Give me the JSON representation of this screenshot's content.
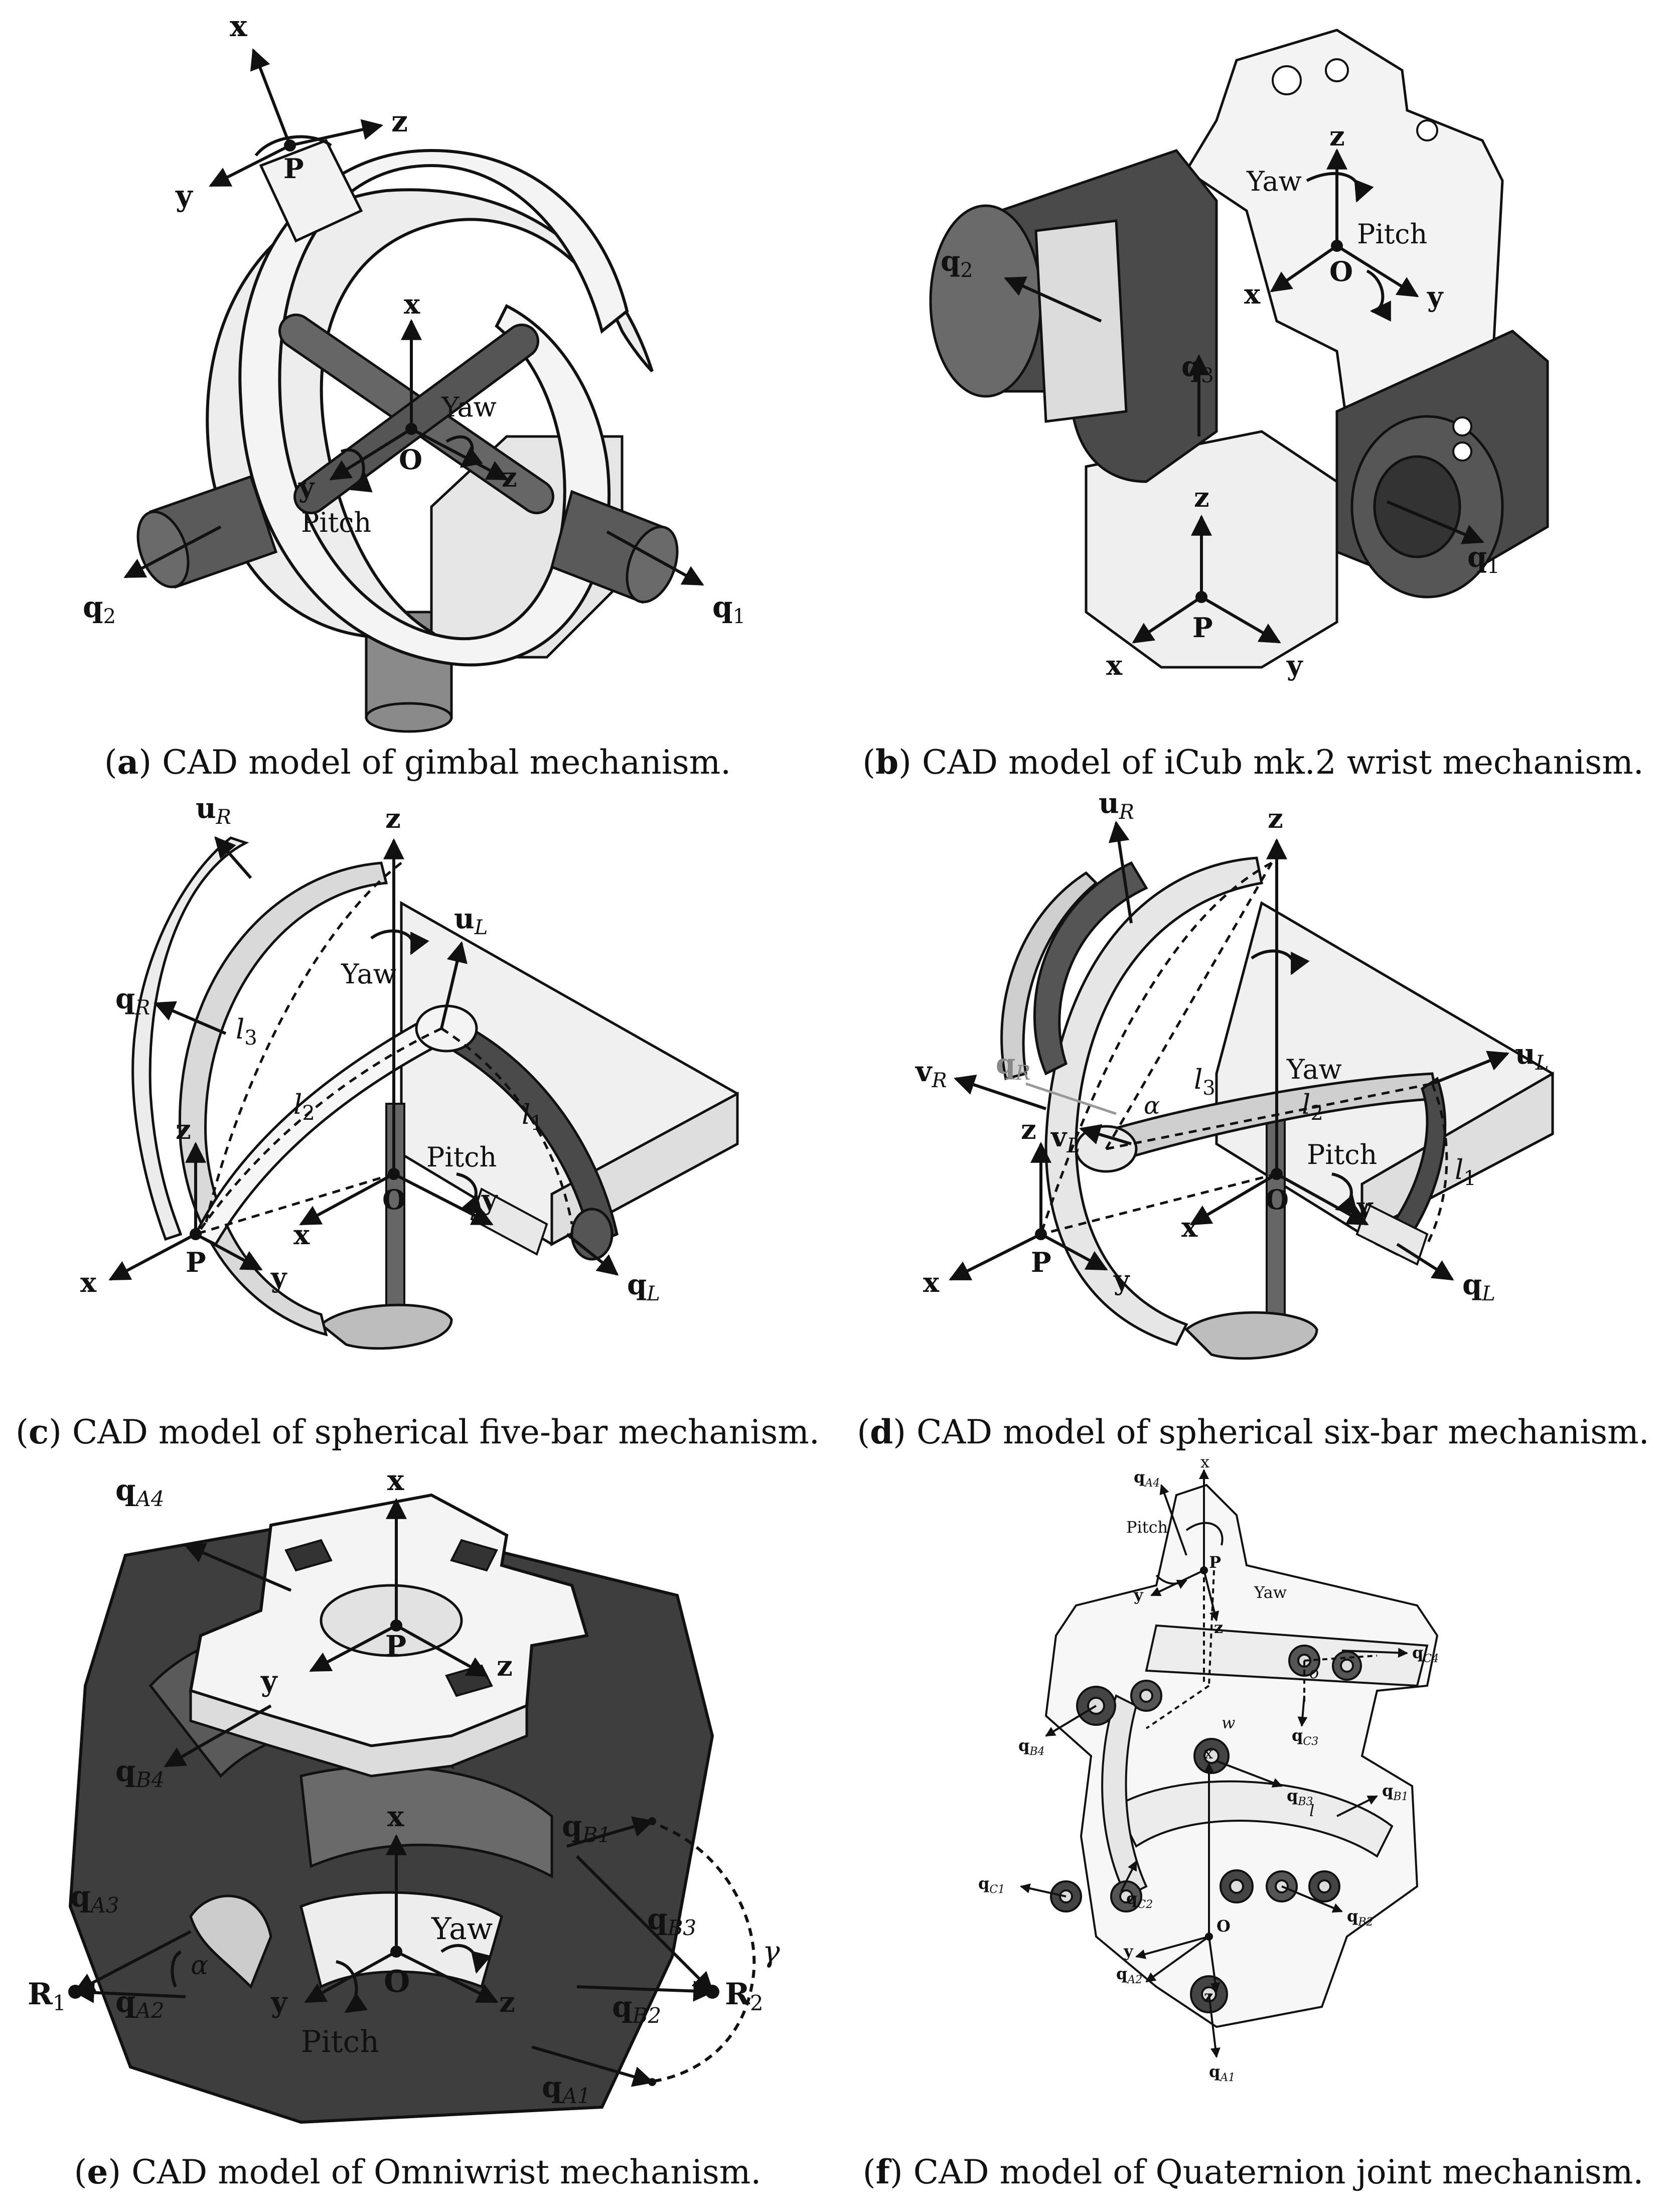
{
  "panels": [
    {
      "id": "a",
      "letter": "a",
      "caption": "CAD model of gimbal mechanism.",
      "labels": {
        "x_top": "x",
        "y_top": "y",
        "z_top": "z",
        "P": "P",
        "x_c": "x",
        "y_c": "y",
        "z_c": "z",
        "O": "O",
        "yaw": "Yaw",
        "pitch": "Pitch",
        "q2": "q",
        "q2_sub": "2",
        "q1": "q",
        "q1_sub": "1"
      }
    },
    {
      "id": "b",
      "letter": "b",
      "caption": "CAD model of iCub mk.2 wrist mechanism.",
      "labels": {
        "z_top": "z",
        "yaw": "Yaw",
        "pitch": "Pitch",
        "O": "O",
        "x_m": "x",
        "y_m": "y",
        "q2": "q",
        "q2_sub": "2",
        "q3": "q",
        "q3_sub": "3",
        "z_b": "z",
        "q1": "q",
        "q1_sub": "1",
        "P": "P",
        "x_b": "x",
        "y_b": "y"
      }
    },
    {
      "id": "c",
      "letter": "c",
      "caption": "CAD model of spherical five-bar mechanism.",
      "labels": {
        "uR": "u",
        "uR_sub": "R",
        "z_top": "z",
        "qR": "q",
        "qR_sub": "R",
        "l3": "l",
        "l3_sub": "3",
        "yaw": "Yaw",
        "uL": "u",
        "uL_sub": "L",
        "l2": "l",
        "l2_sub": "2",
        "l1": "l",
        "l1_sub": "1",
        "pitch": "Pitch",
        "z_p": "z",
        "x_m": "x",
        "O": "O",
        "y_m": "y",
        "P": "P",
        "x_p": "x",
        "y_p": "y",
        "qL": "q",
        "qL_sub": "L"
      }
    },
    {
      "id": "d",
      "letter": "d",
      "caption": "CAD model of spherical six-bar mechanism.",
      "labels": {
        "uR": "u",
        "uR_sub": "R",
        "z_top": "z",
        "vR": "v",
        "vR_sub": "R",
        "qR": "q",
        "qR_sub": "R",
        "alpha": "α",
        "l3": "l",
        "l3_sub": "3",
        "yaw": "Yaw",
        "l2": "l",
        "l2_sub": "2",
        "uL": "u",
        "uL_sub": "L",
        "vL": "v",
        "vL_sub": "L",
        "pitch": "Pitch",
        "z_p": "z",
        "x_m": "x",
        "O": "O",
        "y_m": "y",
        "l1": "l",
        "l1_sub": "1",
        "P": "P",
        "x_p": "x",
        "y_p": "y",
        "qL": "q",
        "qL_sub": "L"
      }
    },
    {
      "id": "e",
      "letter": "e",
      "caption": "CAD model of Omniwrist mechanism.",
      "labels": {
        "qA4": "q",
        "qA4_sub": "A4",
        "x_top": "x",
        "P": "P",
        "y_t": "y",
        "z_t": "z",
        "qB4": "q",
        "qB4_sub": "B4",
        "x_m": "x",
        "qB1": "q",
        "qB1_sub": "B1",
        "qA3": "q",
        "qA3_sub": "A3",
        "alpha": "α",
        "qB3": "q",
        "qB3_sub": "B3",
        "gamma": "γ",
        "R1": "R",
        "R1_sub": "1",
        "qA2": "q",
        "qA2_sub": "A2",
        "yaw": "Yaw",
        "O": "O",
        "qB2": "q",
        "qB2_sub": "B2",
        "R2": "R",
        "R2_sub": "2",
        "y_b": "y",
        "z_b": "z",
        "pitch": "Pitch",
        "qA1": "q",
        "qA1_sub": "A1"
      }
    },
    {
      "id": "f",
      "letter": "f",
      "caption": "CAD model of Quaternion joint mechanism.",
      "labels": {
        "x_top": "x",
        "qA4": "q",
        "qA4_sub": "A4",
        "pitch": "Pitch",
        "P": "P",
        "y_t": "y",
        "yaw": "Yaw",
        "o": "o",
        "qC4": "q",
        "qC4_sub": "C4",
        "z_t": "z",
        "w": "w",
        "qC3": "q",
        "qC3_sub": "C3",
        "qB4": "q",
        "qB4_sub": "B4",
        "qB3": "q",
        "qB3_sub": "B3",
        "x_m": "x",
        "qB1": "q",
        "qB1_sub": "B1",
        "l": "l",
        "qC1": "q",
        "qC1_sub": "C1",
        "qC2": "q",
        "qC2_sub": "C2",
        "O": "O",
        "qB2": "q",
        "qB2_sub": "B2",
        "y_b": "y",
        "qA2": "q",
        "qA2_sub": "A2",
        "z_b": "z",
        "qA1": "q",
        "qA1_sub": "A1"
      }
    }
  ]
}
